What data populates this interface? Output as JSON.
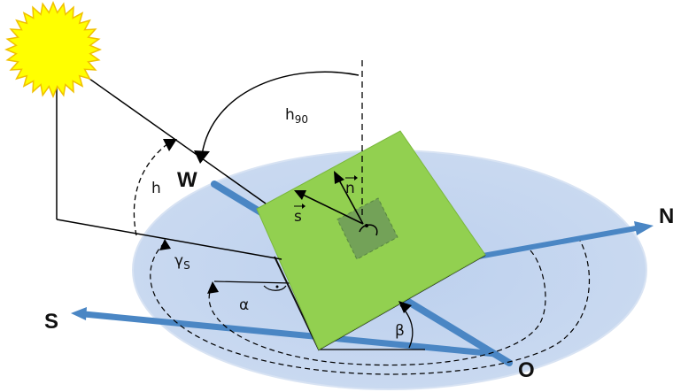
{
  "compass": {
    "west": "W",
    "north": "N",
    "south": "S",
    "east": "O"
  },
  "symbols": {
    "sun_elevation": "h",
    "zenith_angle": "h90",
    "sun_azimuth": "γS",
    "surface_azimuth": "α",
    "tilt_angle": "β",
    "sun_vector": "s",
    "normal_vector": "n"
  },
  "colors": {
    "ground": "#c9d9f0",
    "panel": "#92d050",
    "panel_square": "#6e9a5a",
    "axis": "#4a86c4",
    "sun": "#ffff00",
    "sun_edge": "#f0c000",
    "lines": "#000000"
  }
}
